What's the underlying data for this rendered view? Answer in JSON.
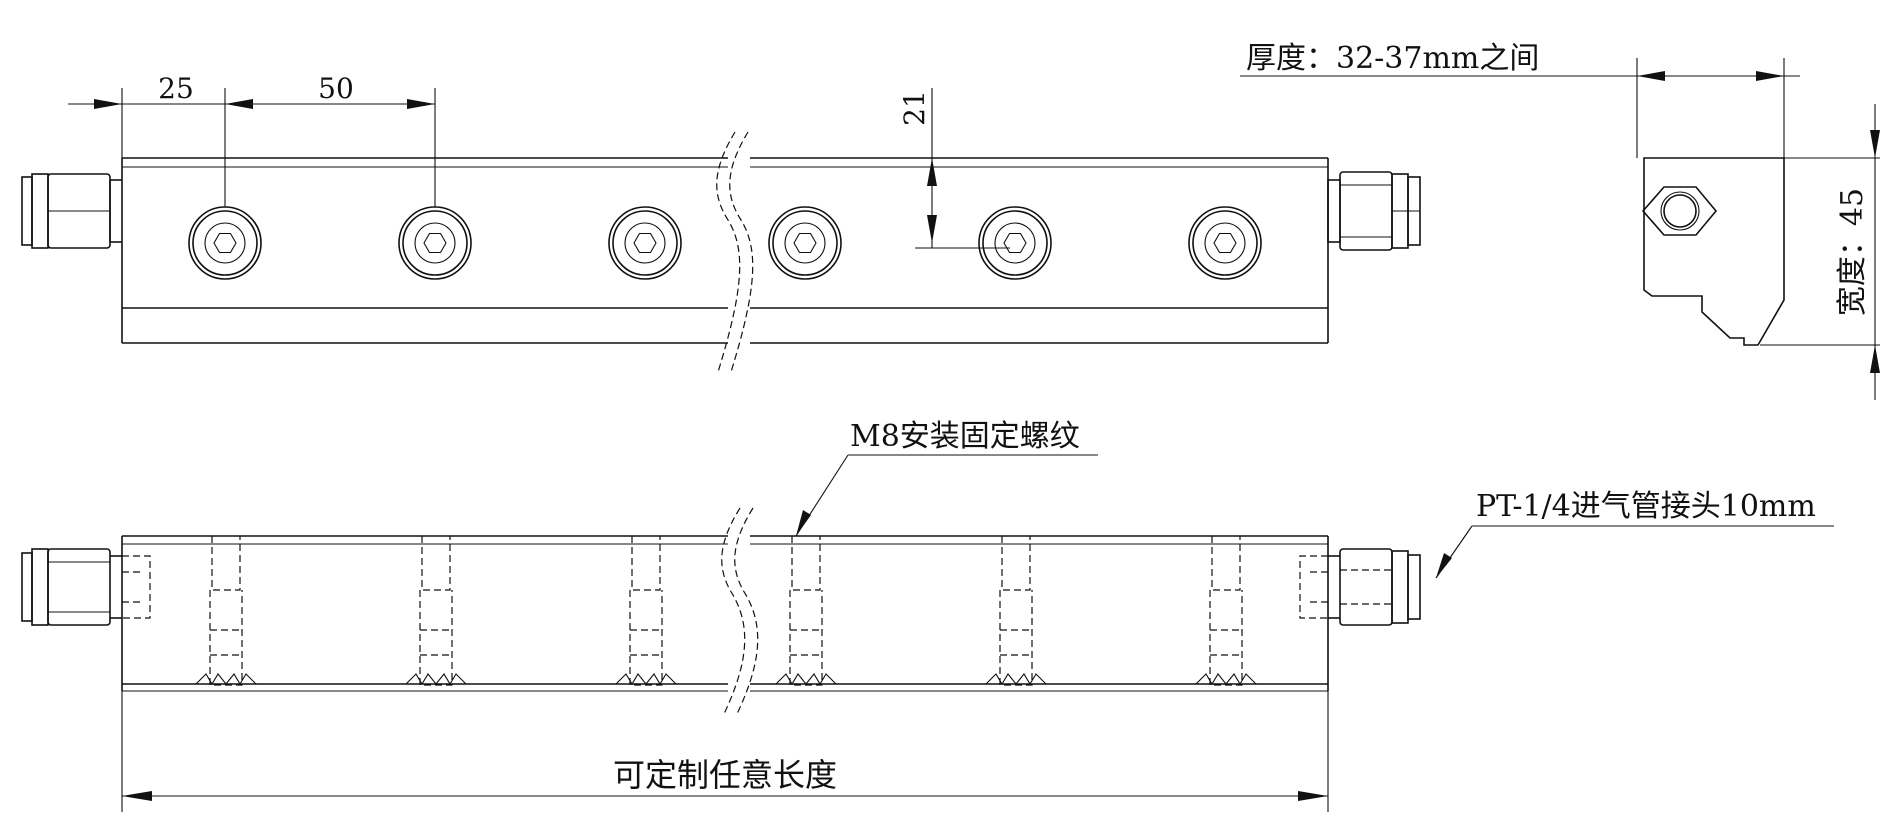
{
  "dimensions": {
    "pitch_first": "25",
    "pitch": "50",
    "height_to_hole": "21",
    "thickness_label": "厚度：32-37mm之间",
    "width_label": "宽度：45",
    "length_label": "可定制任意长度"
  },
  "callouts": {
    "mount_thread": "M8安装固定螺纹",
    "air_fitting": "PT-1/4进气管接头10mm"
  }
}
